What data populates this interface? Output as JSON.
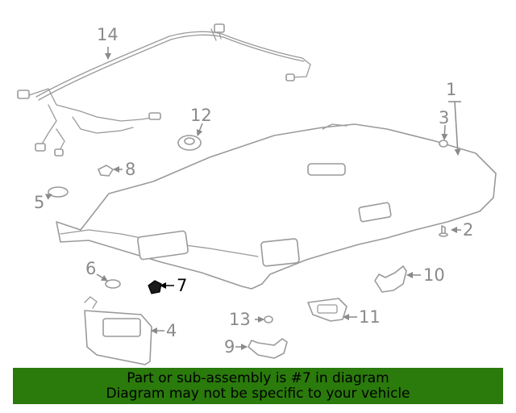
{
  "callouts": {
    "c1": "1",
    "c2": "2",
    "c3": "3",
    "c4": "4",
    "c5": "5",
    "c6": "6",
    "c7": "7",
    "c8": "8",
    "c9": "9",
    "c10": "10",
    "c11": "11",
    "c12": "12",
    "c13": "13",
    "c14": "14"
  },
  "highlighted_part": "7",
  "banner": {
    "line1": "Part or sub-assembly is #7 in diagram",
    "line2": "Diagram may not be specific to your vehicle"
  },
  "colors": {
    "banner_bg": "#2a7a0c",
    "line_art": "#9a9a9a",
    "highlight": "#000000"
  }
}
